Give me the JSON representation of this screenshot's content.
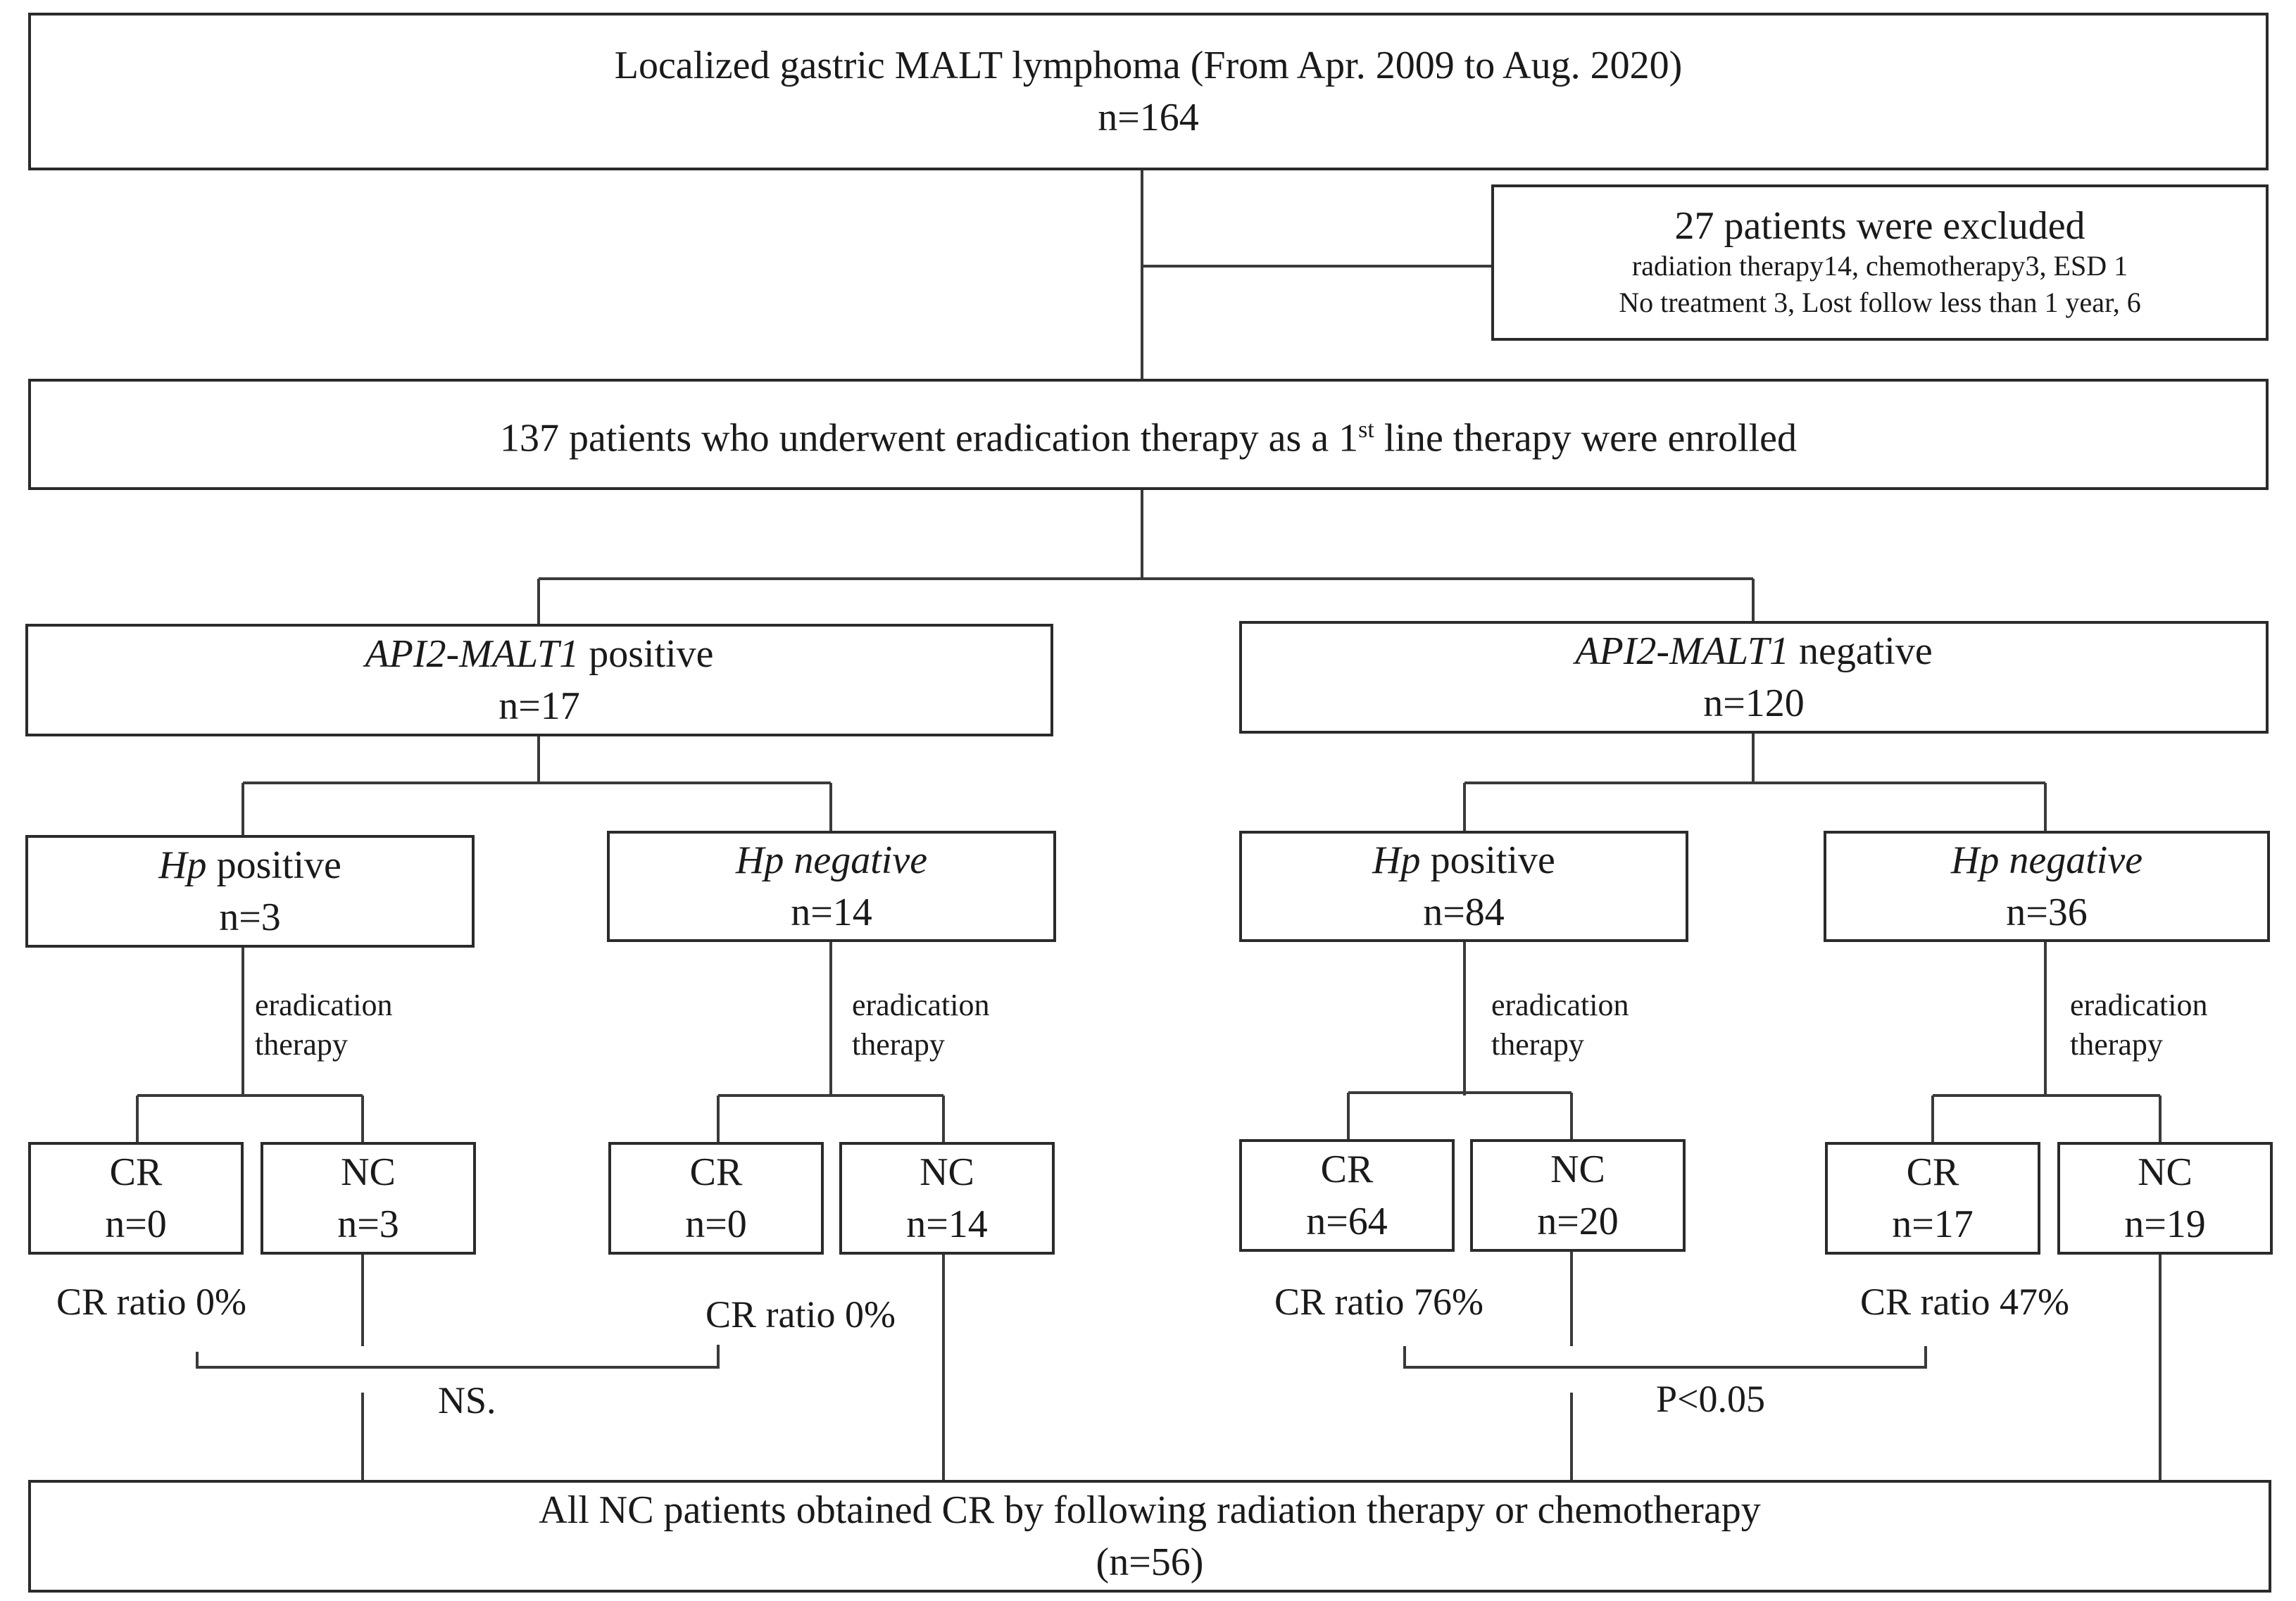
{
  "top": {
    "title": "Localized gastric MALT lymphoma (From Apr. 2009 to Aug. 2020)",
    "n": "n=164"
  },
  "excluded": {
    "title": "27 patients were excluded",
    "line1": "radiation therapy14, chemotherapy3, ESD 1",
    "line2": "No treatment 3, Lost follow less than 1 year, 6"
  },
  "enrolled": {
    "text_pre": "137 patients who underwent eradication therapy as a 1",
    "text_sup": "st",
    "text_post": " line therapy were enrolled"
  },
  "api2_positive": {
    "gene": "API2-MALT1",
    "status": " positive",
    "n": "n=17"
  },
  "api2_negative": {
    "gene": "API2-MALT1",
    "status": " negative",
    "n": "n=120"
  },
  "groups": [
    {
      "hp": "Hp",
      "status": " positive",
      "status_italic": false,
      "n": "n=3"
    },
    {
      "hp": "Hp",
      "status": " negative",
      "status_italic": true,
      "n": "n=14"
    },
    {
      "hp": "Hp",
      "status": " positive",
      "status_italic": false,
      "n": "n=84"
    },
    {
      "hp": "Hp",
      "status": " negative",
      "status_italic": true,
      "n": "n=36"
    }
  ],
  "therapy_label": [
    "eradication",
    "therapy"
  ],
  "outcomes": [
    {
      "label": "CR",
      "n": "n=0"
    },
    {
      "label": "NC",
      "n": "n=3"
    },
    {
      "label": "CR",
      "n": "n=0"
    },
    {
      "label": "NC",
      "n": "n=14"
    },
    {
      "label": "CR",
      "n": "n=64"
    },
    {
      "label": "NC",
      "n": "n=20"
    },
    {
      "label": "CR",
      "n": "n=17"
    },
    {
      "label": "NC",
      "n": "n=19"
    }
  ],
  "ratios": [
    "CR ratio 0%",
    "CR ratio 0%",
    "CR ratio 76%",
    "CR ratio 47%"
  ],
  "comparisons": [
    "NS.",
    "P<0.05"
  ],
  "bottom": {
    "text": "All NC patients obtained CR by following radiation therapy or chemotherapy",
    "n": "(n=56)"
  }
}
